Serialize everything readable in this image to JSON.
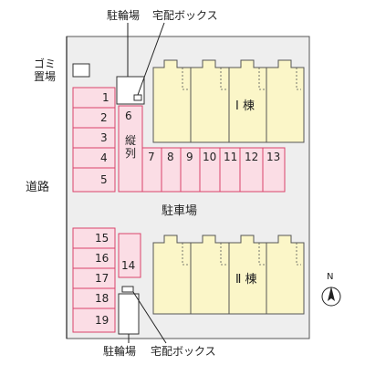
{
  "labels": {
    "bicycle_top": "駐輪場",
    "delivery_top": "宅配ボックス",
    "bicycle_bottom": "駐輪場",
    "delivery_bottom": "宅配ボックス",
    "garbage_line1": "ゴミ",
    "garbage_line2": "置場",
    "road": "道路",
    "parking_lot": "駐車場",
    "tandem": "縦列",
    "building_1": "Ⅰ 棟",
    "building_2": "Ⅱ 棟",
    "north": "N"
  },
  "parking_spaces": {
    "left_column_top": [
      "1",
      "2",
      "3",
      "4",
      "5"
    ],
    "tandem_space": "6",
    "middle_row": [
      "7",
      "8",
      "9",
      "10",
      "11",
      "12",
      "13"
    ],
    "left_column_bottom": [
      "15",
      "16",
      "17",
      "18",
      "19"
    ],
    "space_14": "14"
  },
  "colors": {
    "site": "#eeeeee",
    "parking_fill": "#fbdde5",
    "parking_border": "#d9446b",
    "building_fill": "#fbf6c8",
    "building_border": "#555555",
    "line": "#222222"
  }
}
